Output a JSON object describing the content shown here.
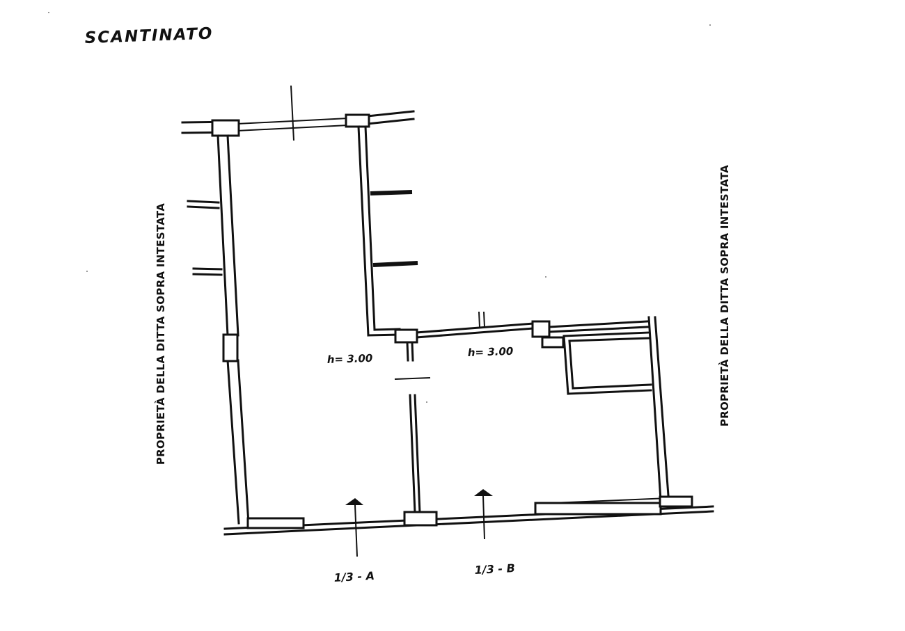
{
  "title": "SCANTINATO",
  "side_labels": {
    "left": "PROPRIETÀ DELLA DITTA SOPRA INTESTATA",
    "right": "PROPRIETÀ DELLA DITTA SOPRA INTESTATA"
  },
  "height_labels": {
    "left_room": "h= 3.00",
    "right_room": "h= 3.00"
  },
  "entrances": [
    {
      "label": "1/3 - A"
    },
    {
      "label": "1/3 - B"
    }
  ],
  "colors": {
    "ink": "#111111",
    "paper": "#ffffff"
  }
}
